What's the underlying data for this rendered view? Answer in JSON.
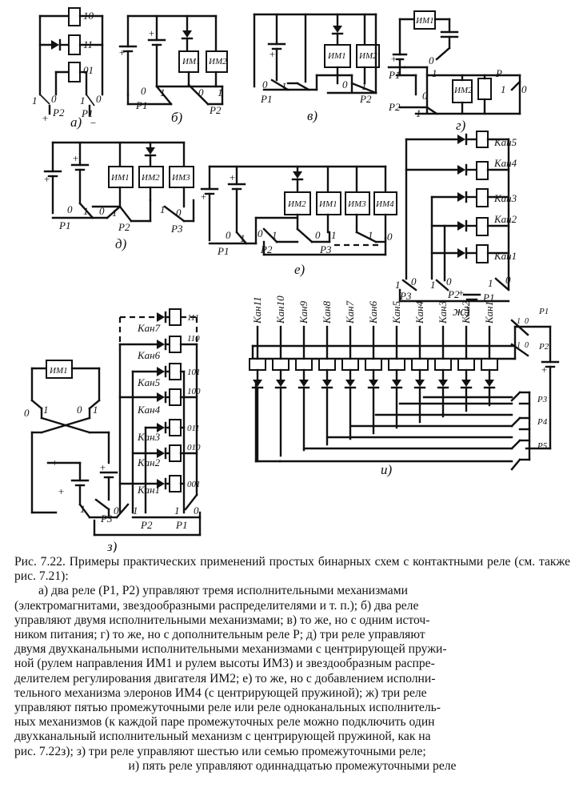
{
  "figure": {
    "panels": {
      "a": "а)",
      "b": "б)",
      "v": "в)",
      "g": "г)",
      "d": "д)",
      "e": "е)",
      "zh": "ж)",
      "z": "з)",
      "i": "и)"
    },
    "relays": {
      "p1": "P1",
      "p2": "P2",
      "p3": "P3",
      "p4": "P4",
      "p5": "P5",
      "p": "P"
    },
    "mechanisms": {
      "im1": "ИМ1",
      "im2": "ИМ2",
      "im3": "ИМ3",
      "im4": "ИМ4"
    },
    "channels": {
      "k1": "Кан1",
      "k2": "Кан2",
      "k3": "Кан3",
      "k4": "Кан4",
      "k5": "Кан5",
      "k6": "Кан6",
      "k7": "Кан7",
      "k8": "Кан8",
      "k9": "Кан9",
      "k10": "Кан10",
      "k11": "Кан11"
    },
    "codes": {
      "c10": "10",
      "c11": "11",
      "c01": "01",
      "c111": "111",
      "c110": "110",
      "c101": "101",
      "c100": "100",
      "c011": "011",
      "c010": "010",
      "c001": "001"
    },
    "contacts": {
      "zero": "0",
      "one": "1"
    },
    "signs": {
      "plus": "+",
      "minus": "−"
    }
  },
  "caption": {
    "title": "Рис. 7.22. Примеры практических применений простых бинарных схем с контактными реле (см. также рис. 7.21):",
    "body_lines": [
      "а) два реле (P1, P2) управляют тремя исполнительными механизмами",
      "(электромагнитами, звездообразными распределителями и т. п.); б) два реле",
      "управляют двумя исполнительными механизмами; в) то же, но с одним источ-",
      "ником питания; г) то же, но с дополнительным реле P; д) три реле управляют",
      "двумя двухканальными исполнительными механизмами с центрирующей пружи-",
      "ной (рулем направления ИМ1 и рулем высоты ИМ3) и звездообразным распре-",
      "делителем регулирования двигателя ИМ2; е) то же, но с добавлением исполни-",
      "тельного механизма элеронов ИМ4 (с центрирующей пружиной); ж) три реле",
      "управляют пятью промежуточными реле или реле одноканальных исполнитель-",
      "ных механизмов (к каждой паре промежуточных реле можно подключить один",
      "двухканальный исполнительный механизм с центрирующей пружиной, как на",
      "рис. 7.22з); з) три реле управляют шестью или семью промежуточными реле;"
    ],
    "last_line": "и) пять реле управляют одиннадцатью промежуточными реле"
  }
}
